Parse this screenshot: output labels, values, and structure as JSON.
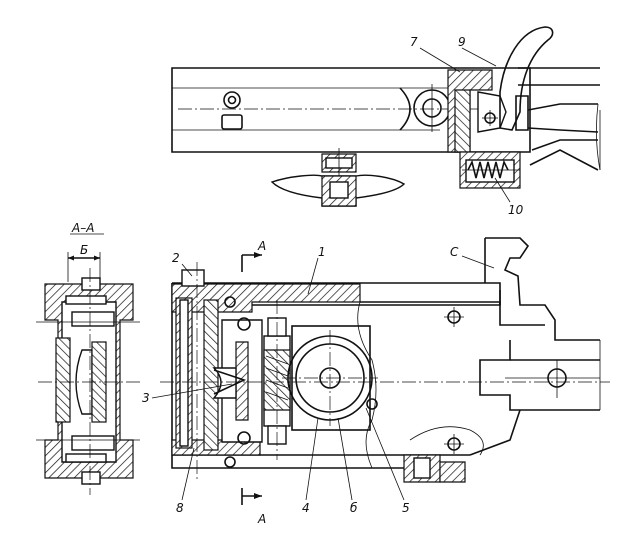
{
  "section": {
    "title": "А–А",
    "dimension_label": "Б",
    "cut_marker_label": "А"
  },
  "callouts": [
    {
      "id": "c1",
      "text": "1"
    },
    {
      "id": "c2",
      "text": "2"
    },
    {
      "id": "c3",
      "text": "3"
    },
    {
      "id": "c4",
      "text": "4"
    },
    {
      "id": "c5",
      "text": "5"
    },
    {
      "id": "c6",
      "text": "б"
    },
    {
      "id": "c7",
      "text": "7"
    },
    {
      "id": "c8",
      "text": "8"
    },
    {
      "id": "c9",
      "text": "9"
    },
    {
      "id": "c10",
      "text": "10"
    },
    {
      "id": "cC",
      "text": "С"
    }
  ]
}
